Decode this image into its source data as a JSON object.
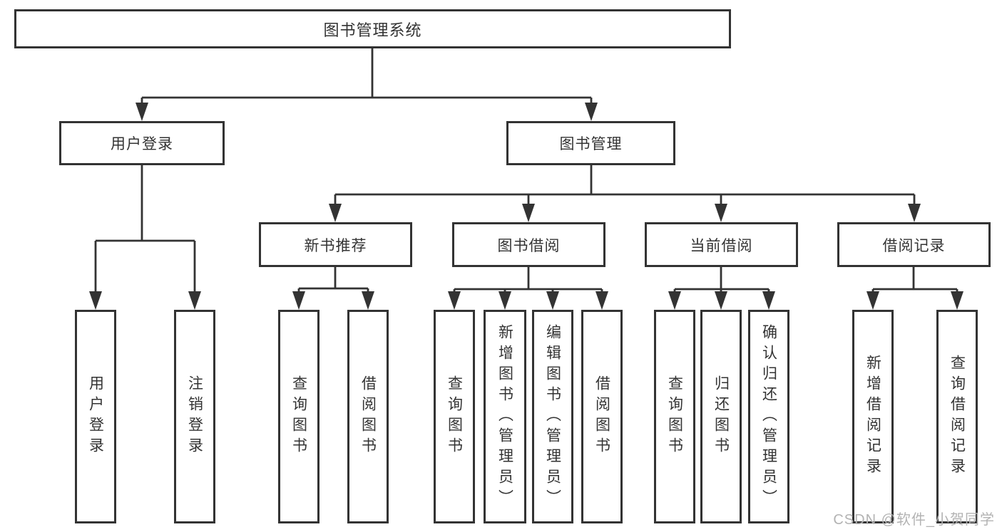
{
  "title": "图书管理系统",
  "watermark": "CSDN @软件_小贺同学",
  "colors": {
    "line": "#333333",
    "text": "#333333",
    "watermark": "#b3b3b3",
    "background": "#ffffff"
  },
  "tree": {
    "root": {
      "label": "图书管理系统"
    },
    "branches": [
      {
        "label": "用户登录",
        "children": [
          {
            "label": "用户登录"
          },
          {
            "label": "注销登录"
          }
        ]
      },
      {
        "label": "图书管理",
        "sections": [
          {
            "label": "新书推荐",
            "children": [
              {
                "label": "查询图书"
              },
              {
                "label": "借阅图书"
              }
            ]
          },
          {
            "label": "图书借阅",
            "children": [
              {
                "label": "查询图书"
              },
              {
                "label": "新增图书（管理员）"
              },
              {
                "label": "编辑图书（管理员）"
              },
              {
                "label": "借阅图书"
              }
            ]
          },
          {
            "label": "当前借阅",
            "children": [
              {
                "label": "查询图书"
              },
              {
                "label": "归还图书"
              },
              {
                "label": "确认归还（管理员）"
              }
            ]
          },
          {
            "label": "借阅记录",
            "children": [
              {
                "label": "新增借阅记录"
              },
              {
                "label": "查询借阅记录"
              }
            ]
          }
        ]
      }
    ]
  }
}
